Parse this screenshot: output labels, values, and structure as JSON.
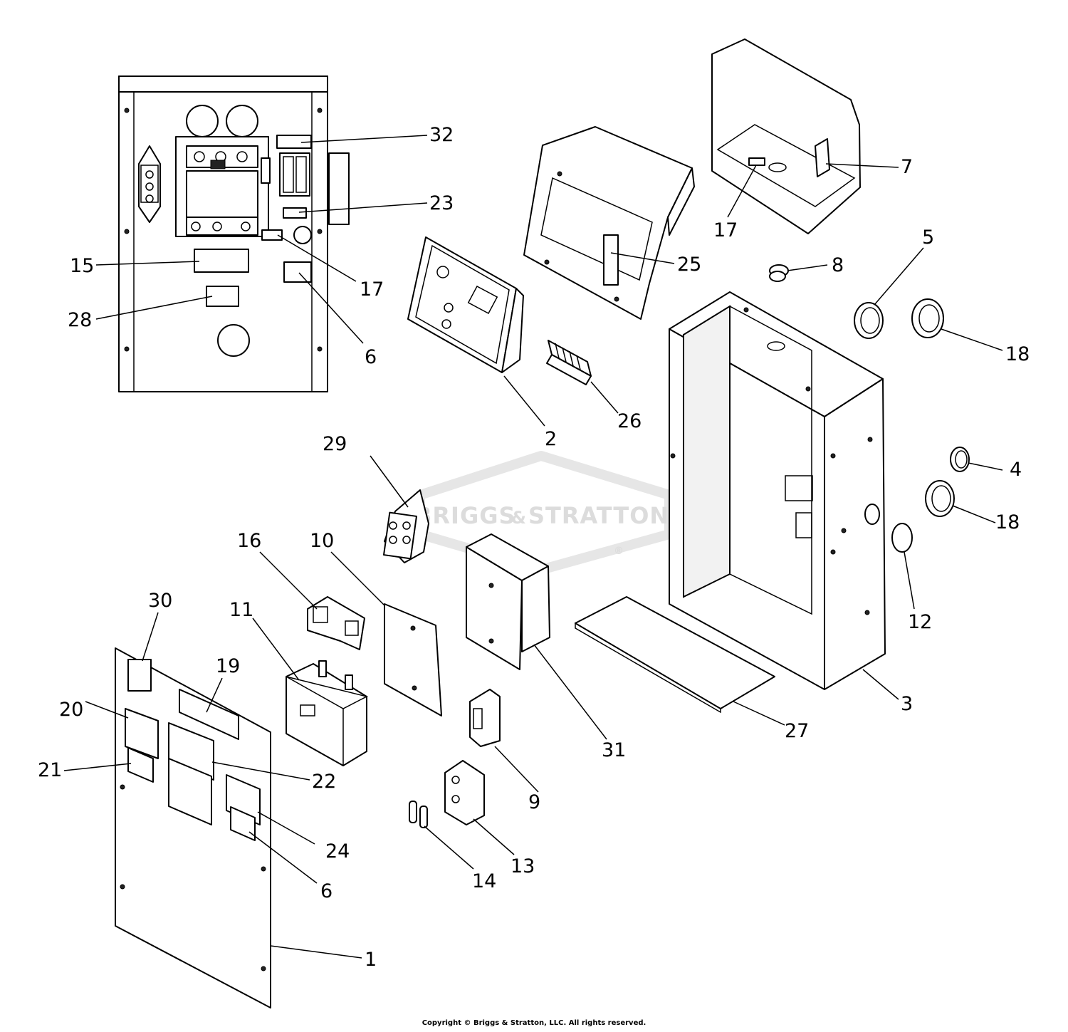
{
  "watermark": {
    "brand_left": "BRIGGS",
    "brand_amp": "&",
    "brand_right": "STRATTON",
    "registered": "®"
  },
  "copyright": "Copyright © Briggs & Stratton, LLC. All rights reserved.",
  "callouts": {
    "c1": "1",
    "c2": "2",
    "c3": "3",
    "c4": "4",
    "c5": "5",
    "c6a": "6",
    "c6b": "6",
    "c7": "7",
    "c8": "8",
    "c9": "9",
    "c10": "10",
    "c11": "11",
    "c12": "12",
    "c13": "13",
    "c14": "14",
    "c15": "15",
    "c16": "16",
    "c17a": "17",
    "c17b": "17",
    "c18a": "18",
    "c18b": "18",
    "c19": "19",
    "c20": "20",
    "c21": "21",
    "c22": "22",
    "c23": "23",
    "c24": "24",
    "c25": "25",
    "c26": "26",
    "c27": "27",
    "c28": "28",
    "c29": "29",
    "c30": "30",
    "c31": "31",
    "c32": "32"
  }
}
